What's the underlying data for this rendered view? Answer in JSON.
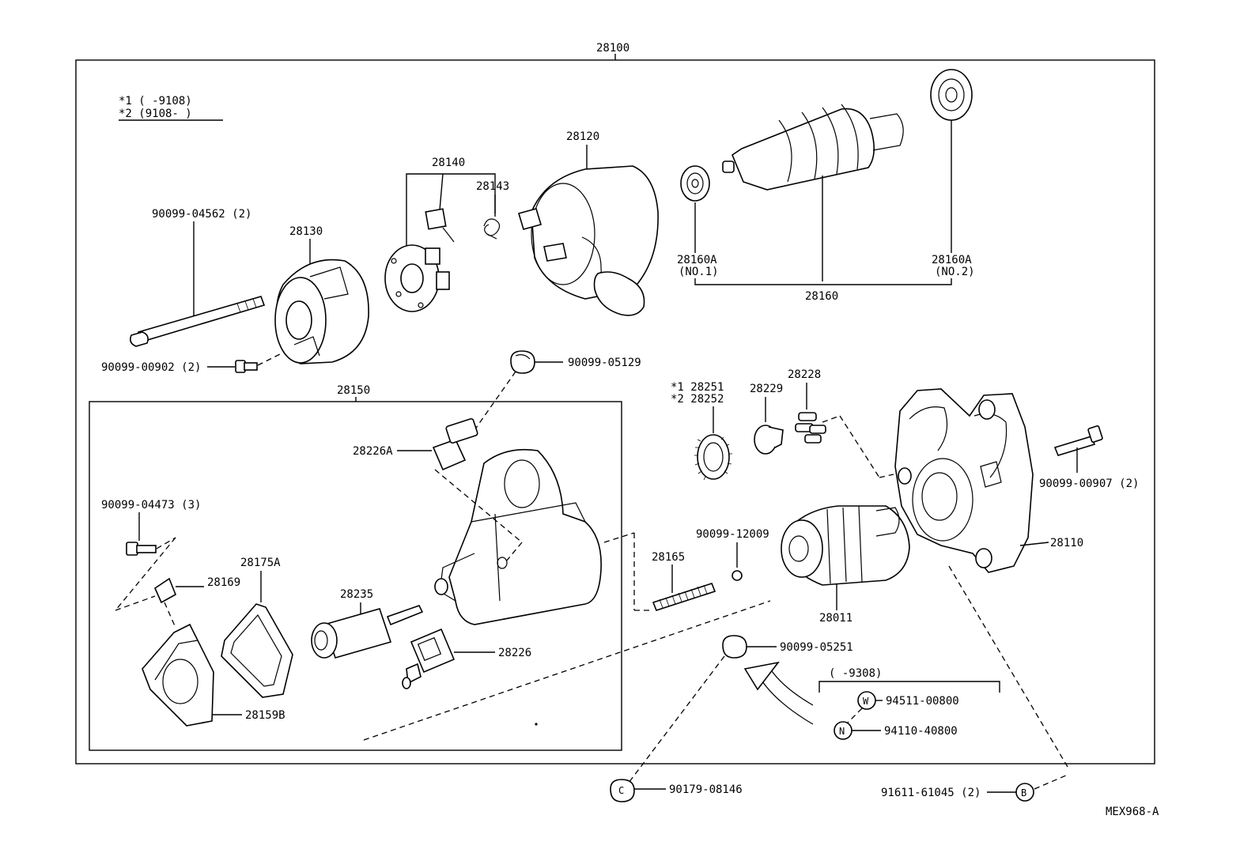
{
  "header": {
    "assembly": "28100",
    "sheet_code": "MEX968-A"
  },
  "notes": {
    "note1": "*1 (    -9108)",
    "note2": "*2 (9108-    )"
  },
  "labels": {
    "p28130": "28130",
    "p28140": "28140",
    "p28143": "28143",
    "p28120": "28120",
    "p28160a1": "28160A",
    "p28160a1_sub": "(NO.1)",
    "p28160a2": "28160A",
    "p28160a2_sub": "(NO.2)",
    "p28160": "28160",
    "p9009904562": "90099-04562 (2)",
    "p9009900902": "90099-00902 (2)",
    "p9009905129": "90099-05129",
    "p28150": "28150",
    "p28226a": "28226A",
    "p9009904473": "90099-04473 (3)",
    "p28175a": "28175A",
    "p28169": "28169",
    "p28235": "28235",
    "p28226": "28226",
    "p28159b": "28159B",
    "p28251": "*1 28251",
    "p28252": "*2 28252",
    "p28229": "28229",
    "p28228": "28228",
    "p9009900907": "90099-00907 (2)",
    "p9009912009": "90099-12009",
    "p28165": "28165",
    "p28011": "28011",
    "p28110": "28110",
    "p9009905251": "90099-05251",
    "range9308": "(      -9308)",
    "p9451100800": "94511-00800",
    "p9411040800": "94110-40800",
    "p9017908146": "90179-08146",
    "p9161161045": "91611-61045 (2)"
  },
  "symbols": {
    "washer": "W",
    "nut": "N",
    "clip": "C",
    "bolt": "B"
  },
  "icons": [
    "bolt-icon",
    "bearing-icon",
    "gear-icon",
    "clip-icon",
    "nut-icon",
    "washer-icon",
    "spring-icon"
  ]
}
